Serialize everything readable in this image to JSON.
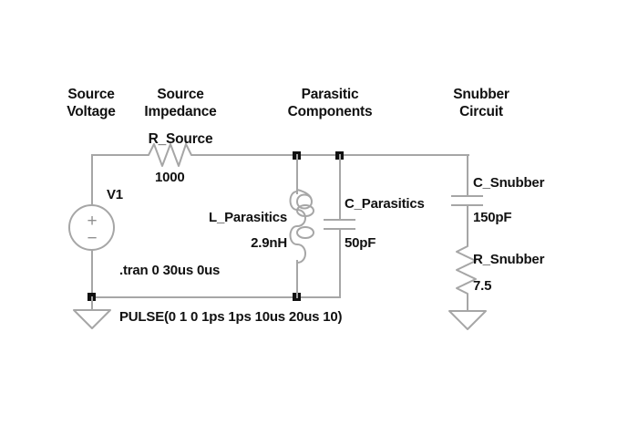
{
  "diagram": {
    "title_headers": [
      {
        "id": "source-voltage",
        "line1": "Source",
        "line2": "Voltage"
      },
      {
        "id": "source-impedance",
        "line1": "Source",
        "line2": "Impedance"
      },
      {
        "id": "parasitic-components",
        "line1": "Parasitic",
        "line2": "Components"
      },
      {
        "id": "snubber-circuit",
        "line1": "Snubber",
        "line2": "Circuit"
      }
    ],
    "components": {
      "source": {
        "ref": "V1",
        "plus": "+",
        "minus": "−"
      },
      "r_source": {
        "ref": "R_Source",
        "value": "1000"
      },
      "l_parasitics": {
        "ref": "L_Parasitics",
        "value": "2.9nH"
      },
      "c_parasitics": {
        "ref": "C_Parasitics",
        "value": "50pF"
      },
      "c_snubber": {
        "ref": "C_Snubber",
        "value": "150pF"
      },
      "r_snubber": {
        "ref": "R_Snubber",
        "value": "7.5"
      }
    },
    "directives": {
      "tran": ".tran 0 30us 0us",
      "pulse": "PULSE(0 1 0 1ps 1ps 10us 20us 10)"
    },
    "colors": {
      "wire": "#a6a6a6",
      "text": "#111111",
      "node": "#111111",
      "background": "#ffffff"
    }
  }
}
